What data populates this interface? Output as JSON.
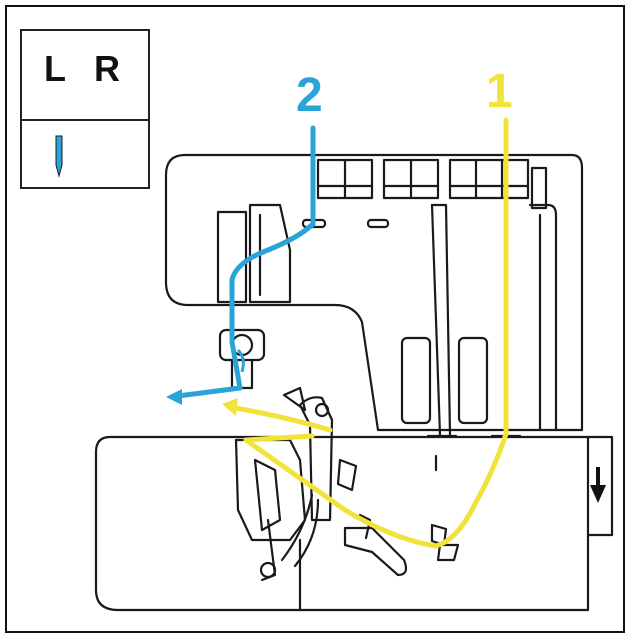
{
  "legend": {
    "left_label": "L",
    "right_label": "R",
    "needle_icon": "needle-icon"
  },
  "threads": {
    "thread_2": {
      "number": "2",
      "color": "#2aa4d6"
    },
    "thread_1": {
      "number": "1",
      "color": "#f0e33a"
    }
  },
  "colors": {
    "line": "#1a1a1a",
    "background": "#ffffff"
  },
  "icons": {
    "direction_arrow": "arrow-down-icon"
  }
}
